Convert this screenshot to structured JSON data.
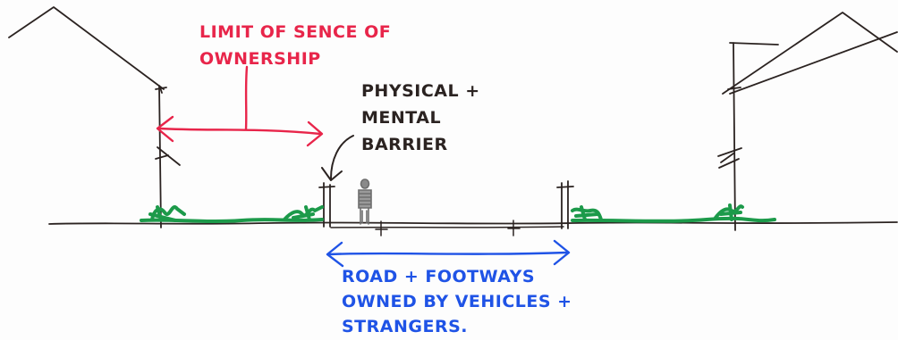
{
  "annotations": {
    "ownership": {
      "lines": [
        "LIMIT OF SENCE OF",
        "OWNERSHIP"
      ]
    },
    "barrier": {
      "lines": [
        "PHYSICAL +",
        "MENTAL",
        "BARRIER"
      ]
    },
    "road": {
      "lines": [
        "ROAD + FOOTWAYS",
        "OWNED BY VEHICLES +",
        "STRANGERS."
      ]
    }
  },
  "colors": {
    "ink_black": "#2b2321",
    "ink_red": "#e8254a",
    "ink_blue": "#1f53e6",
    "ink_green": "#1c9a4a",
    "figure_gray": "#6e6e6e"
  }
}
